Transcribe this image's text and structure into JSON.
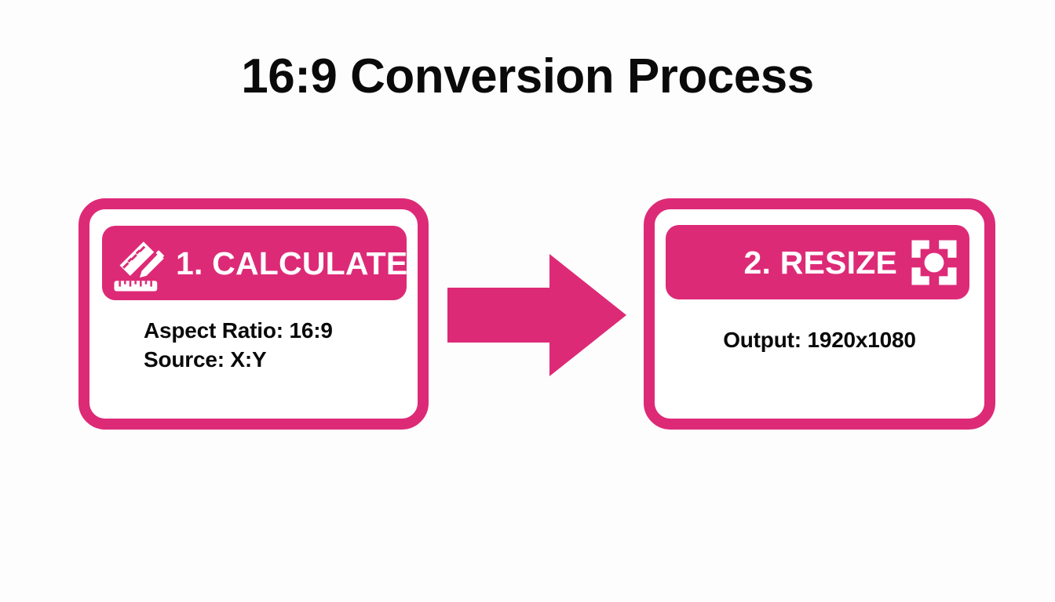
{
  "page": {
    "title": "16:9 Conversion Process",
    "background_color": "#FDFDFD",
    "accent_color": "#DD2A77",
    "text_color": "#0A0A0A"
  },
  "steps": [
    {
      "id": "calculate",
      "header_label": "1. CALCULATE",
      "icon": "ruler-pencil-icon",
      "icon_position": "left",
      "body_lines": [
        "Aspect Ratio: 16:9",
        "Source: X:Y"
      ]
    },
    {
      "id": "resize",
      "header_label": "2. RESIZE",
      "icon": "crop-focus-icon",
      "icon_position": "right",
      "body_lines": [
        "Output: 1920x1080"
      ]
    }
  ],
  "connector": {
    "icon": "right-arrow-icon",
    "direction": "right",
    "color": "#DD2A77"
  }
}
